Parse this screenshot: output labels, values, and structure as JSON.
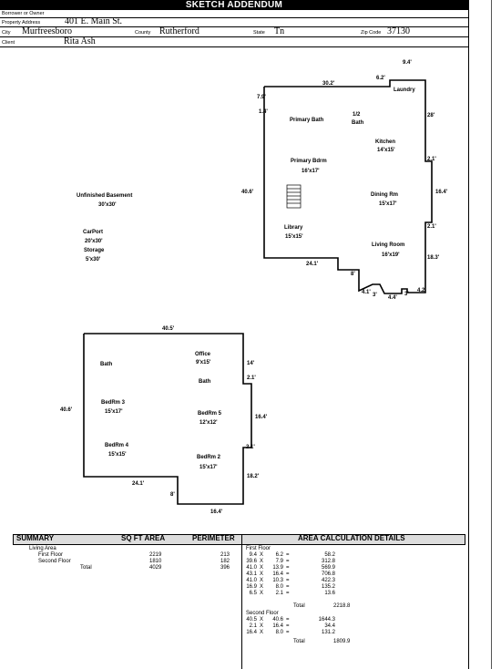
{
  "title": "SKETCH ADDENDUM",
  "header": {
    "borrower_label": "Borrower or Owner",
    "borrower_value": "",
    "property_label": "Property Address",
    "property_value": "401 E. Main St.",
    "city_label": "City",
    "city_value": "Murfreesboro",
    "county_label": "County",
    "county_value": "Rutherford",
    "state_label": "State",
    "state_value": "Tn",
    "zip_label": "Zip Code",
    "zip_value": "37130",
    "client_label": "Client",
    "client_value": "Rita Ash"
  },
  "sketch1": {
    "dims": {
      "d94": "9.4'",
      "d302": "30.2'",
      "d62": "6.2'",
      "d79": "7.9'",
      "d14": "1.4'",
      "d28": "28'",
      "d21a": "2.1'",
      "d164": "16.4'",
      "d21b": "2.1'",
      "d183": "18.3'",
      "d406": "40.6'",
      "d241": "24.1'",
      "d8": "8'",
      "d41": "4.1'",
      "d3a": "3'",
      "d44": "4.4'",
      "d3b": "3'",
      "d42": "4.2'"
    },
    "rooms": {
      "laundry": "Laundry",
      "primary_bath": "Primary Bath",
      "half_bath_1": "1/2",
      "half_bath_2": "Bath",
      "kitchen": "Kitchen",
      "kitchen_size": "14'x15'",
      "primary_bdrm": "Primary Bdrm",
      "primary_bdrm_size": "16'x17'",
      "dining": "Dining Rm",
      "dining_size": "15'x17'",
      "library": "Library",
      "library_size": "15'x15'",
      "living": "Living Room",
      "living_size": "16'x19'"
    },
    "outside": {
      "basement": "Unfinished  Basement",
      "basement_size": "30'x30'",
      "carport": "CarPort",
      "carport_size": "20'x30'",
      "storage": "Storage",
      "storage_size": "5'x30'"
    }
  },
  "sketch2": {
    "dims": {
      "d405": "40.5'",
      "d14": "14'",
      "d21a": "2.1'",
      "d164a": "16.4'",
      "d21b": "2.1'",
      "d182": "18.2'",
      "d406": "40.6'",
      "d241": "24.1'",
      "d8": "8'",
      "d164b": "16.4'"
    },
    "rooms": {
      "bath1": "Bath",
      "office": "Office",
      "office_size": "9'x15'",
      "bath2": "Bath",
      "bedrm3": "BedRm 3",
      "bedrm3_size": "15'x17'",
      "bedrm5": "BedRm 5",
      "bedrm5_size": "12'x12'",
      "bedrm4": "BedRm 4",
      "bedrm4_size": "15'x15'",
      "bedrm2": "BedRm 2",
      "bedrm2_size": "15'x17'"
    }
  },
  "summary": {
    "headers": {
      "summary": "SUMMARY",
      "sqft": "SQ FT AREA",
      "perimeter": "PERIMETER",
      "calc": "AREA CALCULATION DETAILS"
    },
    "living_area": "Living Area",
    "rows": [
      {
        "label": "First Floor",
        "sqft": "2219",
        "perimeter": "213"
      },
      {
        "label": "Second Floor",
        "sqft": "1810",
        "perimeter": "182"
      },
      {
        "label": "Total",
        "sqft": "4029",
        "perimeter": "396"
      }
    ],
    "first_floor_label": "First Floor",
    "first_floor_calcs": [
      {
        "a": "9.4",
        "b": "6.2",
        "r": "58.2"
      },
      {
        "a": "39.6",
        "b": "7.9",
        "r": "312.8"
      },
      {
        "a": "41.0",
        "b": "13.9",
        "r": "569.9"
      },
      {
        "a": "43.1",
        "b": "16.4",
        "r": "706.8"
      },
      {
        "a": "41.0",
        "b": "10.3",
        "r": "422.3"
      },
      {
        "a": "16.9",
        "b": "8.0",
        "r": "135.2"
      },
      {
        "a": "6.5",
        "b": "2.1",
        "r": "13.6"
      }
    ],
    "first_total_label": "Total",
    "first_total": "2218.8",
    "second_floor_label": "Second Floor",
    "second_floor_calcs": [
      {
        "a": "40.5",
        "b": "40.6",
        "r": "1644.3"
      },
      {
        "a": "2.1",
        "b": "16.4",
        "r": "34.4"
      },
      {
        "a": "16.4",
        "b": "8.0",
        "r": "131.2"
      }
    ],
    "second_total_label": "Total",
    "second_total": "1809.9",
    "x_symbol": "X",
    "eq_symbol": "="
  }
}
